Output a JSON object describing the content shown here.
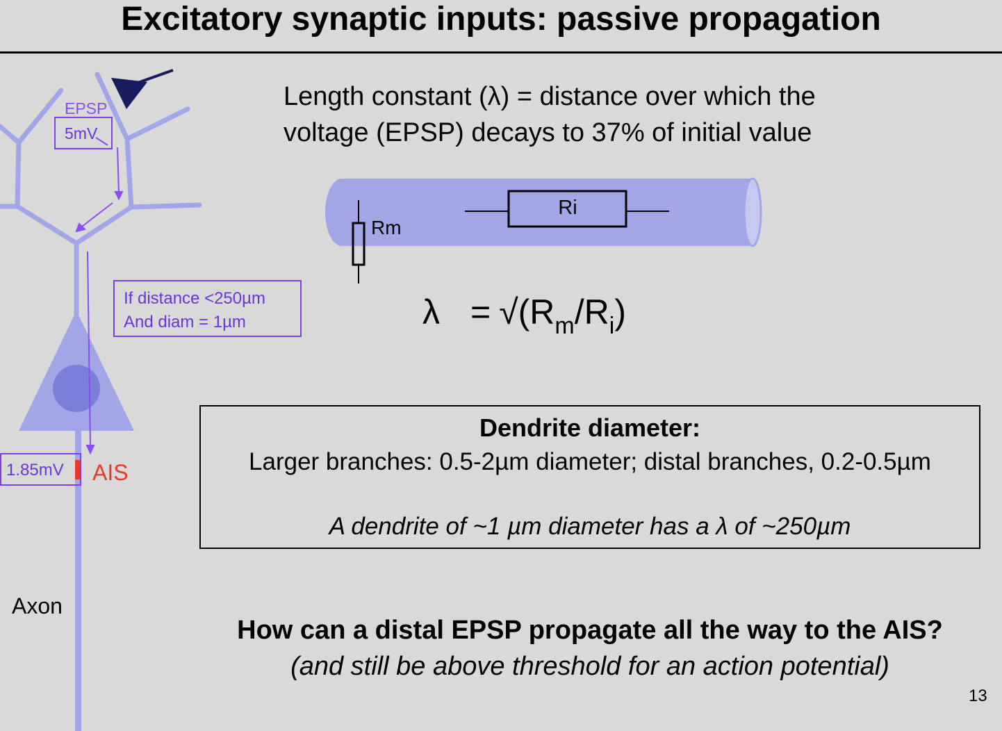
{
  "slide": {
    "title": "Excitatory synaptic inputs: passive propagation",
    "page_number": "13"
  },
  "definition": {
    "line1": "Length constant (λ)  =  distance over which the",
    "line2": "voltage (EPSP) decays to 37% of initial value"
  },
  "cable": {
    "rm_label": "Rm",
    "ri_label": "Ri",
    "fill_color": "#a3a6e6"
  },
  "formula": {
    "lambda": "λ",
    "equals": "=",
    "sqrt": "√",
    "open": "(R",
    "sub_m": "m",
    "mid": "/R",
    "sub_i": "i",
    "close": ")"
  },
  "diameter_box": {
    "heading": "Dendrite diameter:",
    "line1": "Larger branches: 0.5-2µm diameter; distal branches, 0.2-0.5µm",
    "line2": "A dendrite of ~1 µm diameter has a λ of ~250µm"
  },
  "neuron": {
    "epsp_label": "EPSP",
    "epsp_value": "5mV",
    "distance_line1": "If distance <250µm",
    "distance_line2": "And diam = 1µm",
    "ais_value": "1.85mV",
    "ais_label": "AIS",
    "axon_label": "Axon",
    "neuron_color": "#a3a6e6",
    "soma_nucleus_color": "#7a7fd9",
    "presynaptic_color": "#1a1a5e",
    "arrow_color": "#8a4ef0",
    "ais_color": "#e8392b"
  },
  "question": {
    "main": "How can a distal EPSP propagate all the way to the AIS?",
    "sub": "(and still be above threshold for an action potential)"
  }
}
